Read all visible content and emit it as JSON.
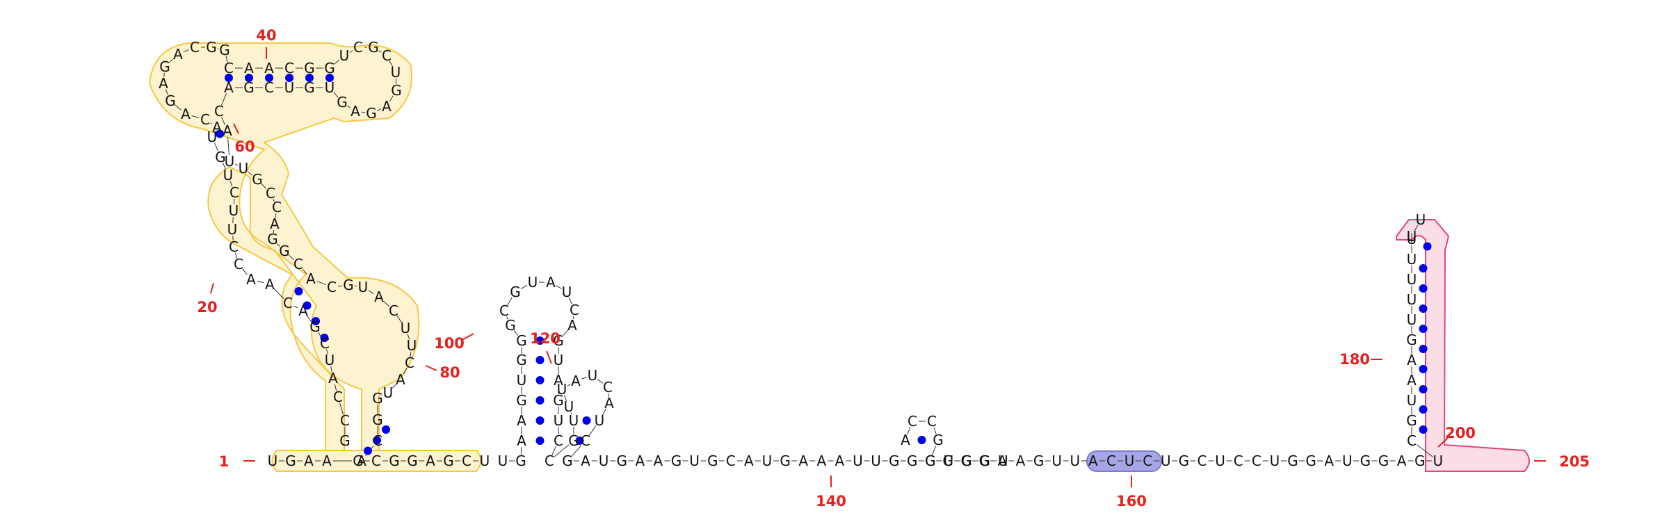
{
  "molecule": {
    "sequence": "UGAAGCGGAGCUGCCAUCGACAACCUUCUGUACAGAGACGGCAACGGUCGCUGAGAGUGUCGACAUUGCCAGGCACGUACUUCAUGGCAUGAAGUGGGCGUAUCAGUAGUCCGUUUAUCAUCGAUGAAGUGCAUGAAAUUGGGUGGUACCGCGGGAAGUUACUCUGCUCCUGGAUGGAGUCGUAAGUUUUUUU"
  },
  "numbering": {
    "n1": "1",
    "n20": "20",
    "n40": "40",
    "n60": "60",
    "n80": "80",
    "n100": "100",
    "n120": "120",
    "n140": "140",
    "n160": "160",
    "n180": "180",
    "n200": "200",
    "n205": "205"
  },
  "colors": {
    "region_yellow_fill": "#fdf3d0",
    "region_yellow_stroke": "#f4c842",
    "region_blue_fill": "#a6a6e6",
    "region_blue_stroke": "#7b7bd4",
    "region_pink_fill": "#fbdde6",
    "region_pink_stroke": "#e0457b",
    "pair_dot": "#0000ee",
    "number_label": "#e4211c"
  }
}
